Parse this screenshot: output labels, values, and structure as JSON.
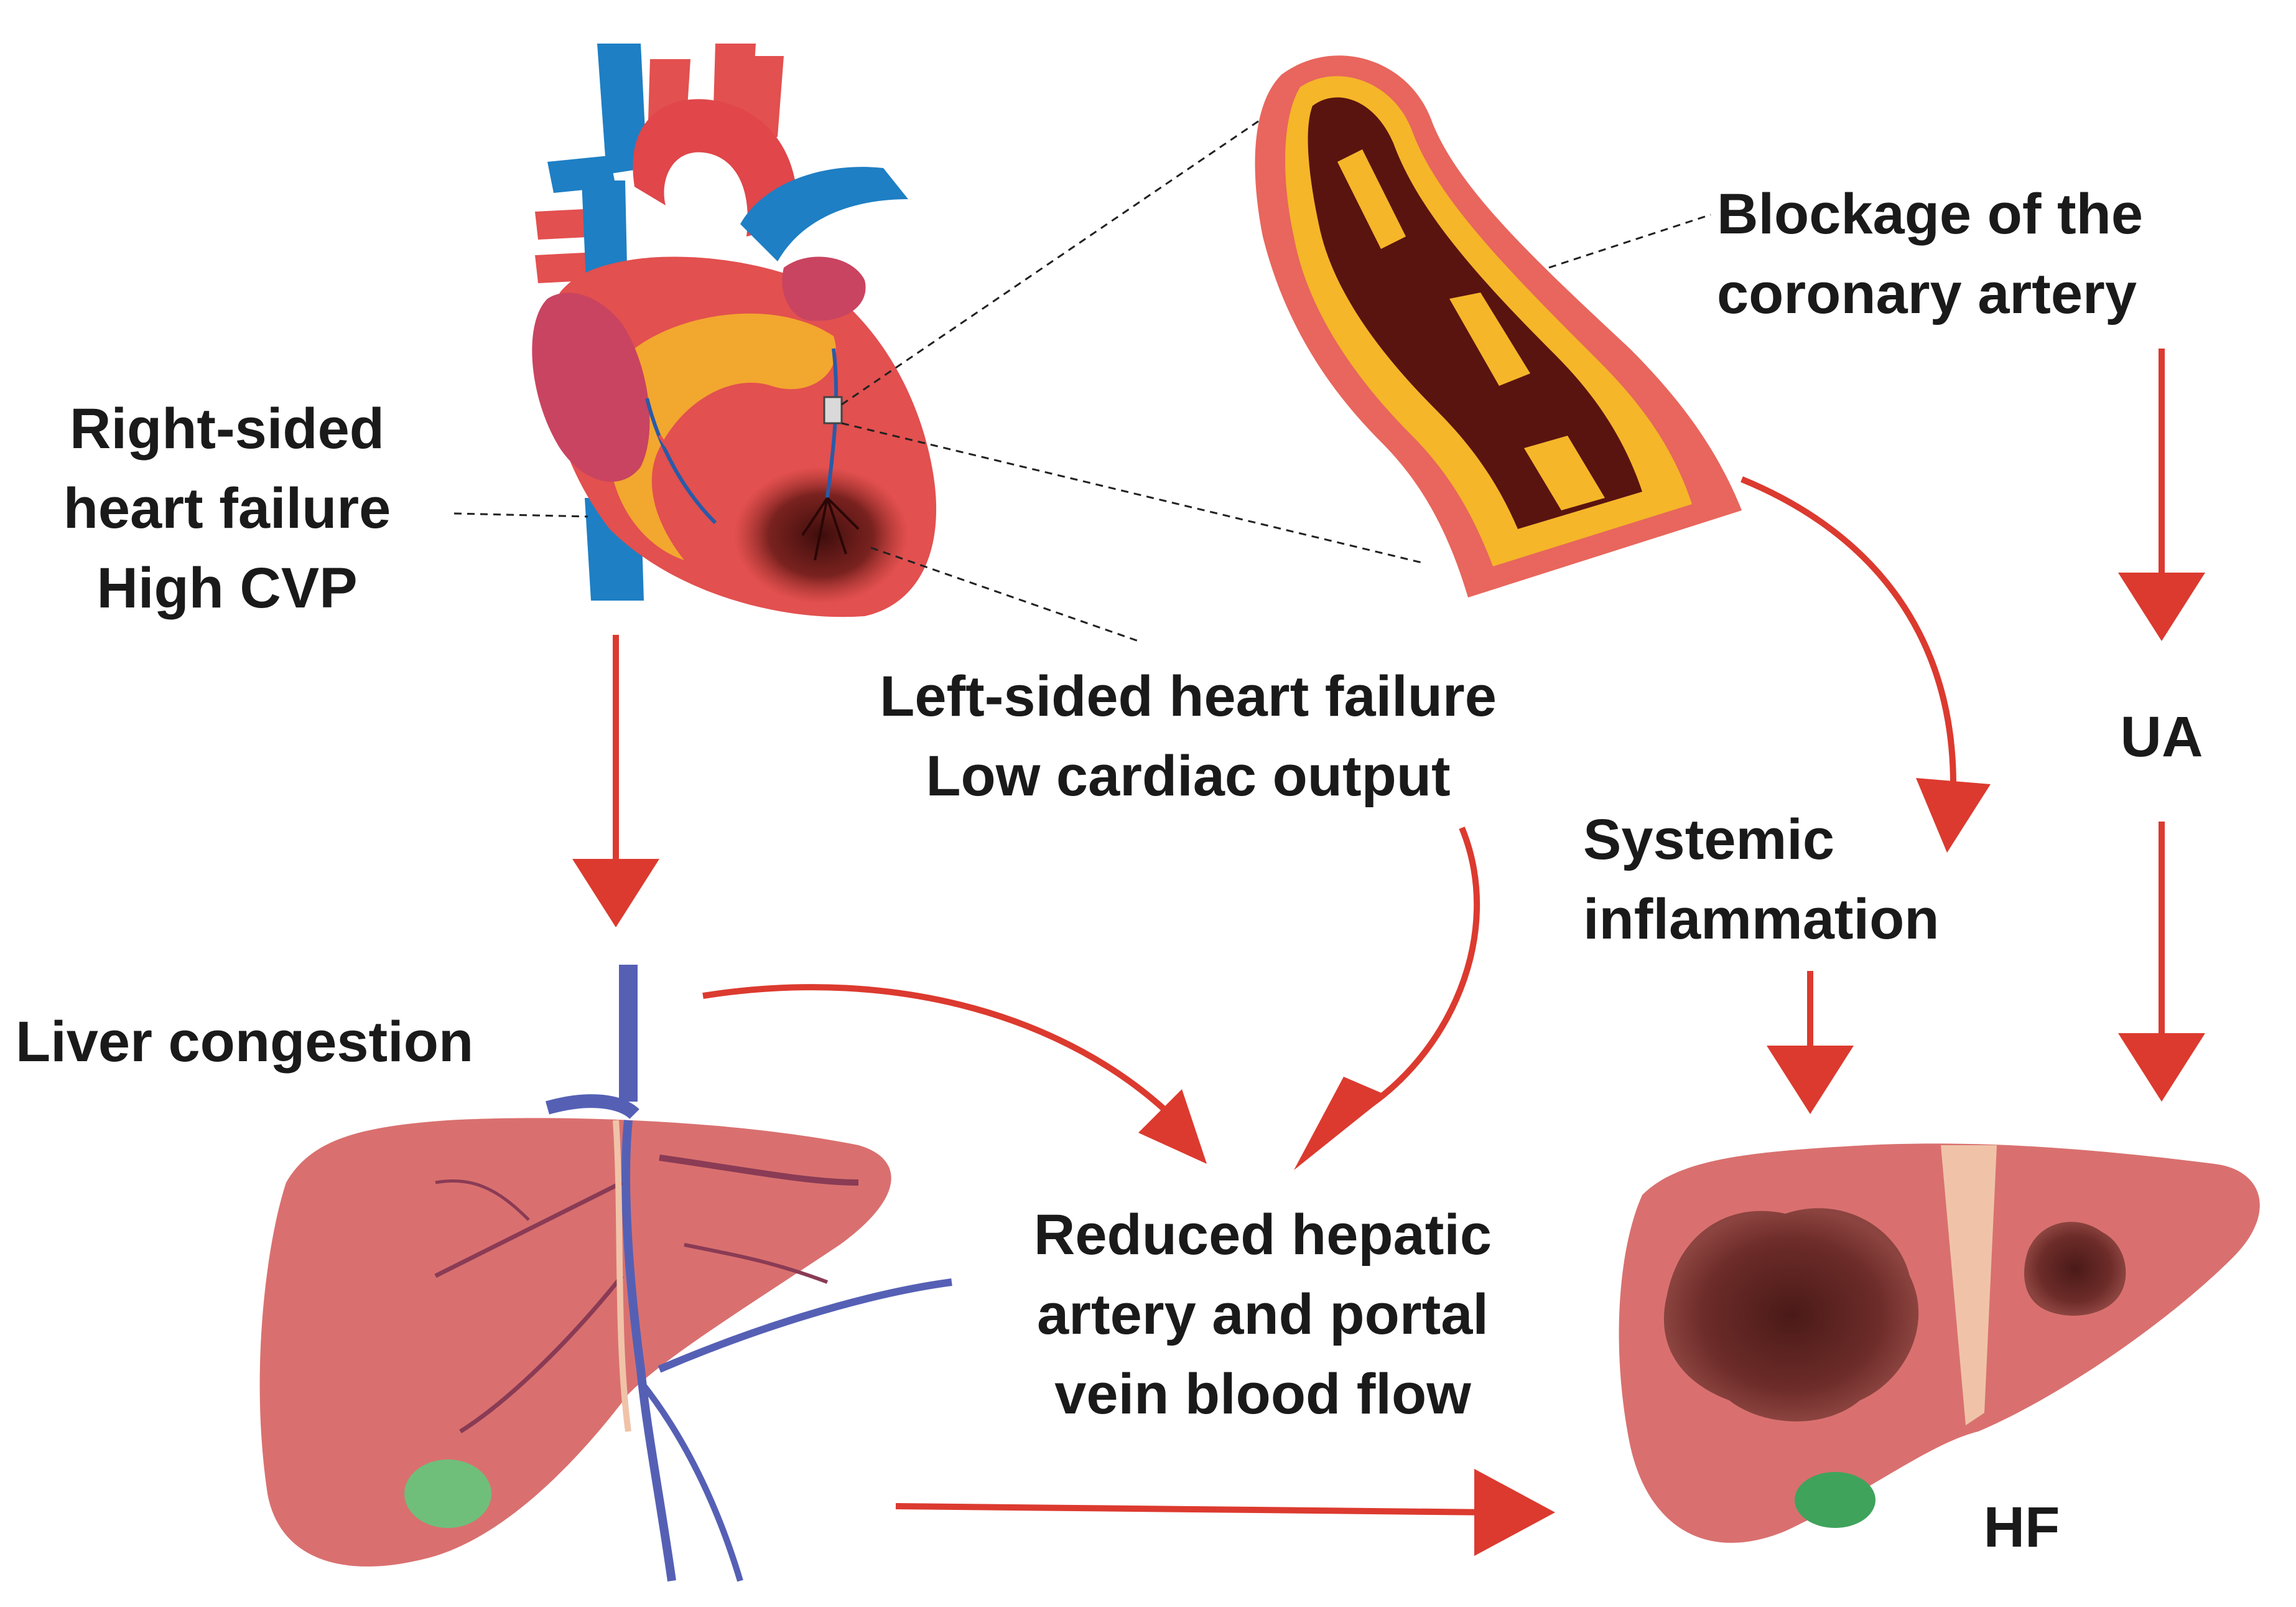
{
  "labels": {
    "right_heart": [
      "Right-sided",
      "heart failure",
      "High CVP"
    ],
    "left_heart": [
      "Left-sided heart failure",
      "Low cardiac output"
    ],
    "blockage": [
      "Blockage of the",
      "coronary artery"
    ],
    "ua": "UA",
    "systemic": [
      "Systemic",
      "inflammation"
    ],
    "liver_congestion": "Liver congestion",
    "reduced_flow": [
      "Reduced hepatic",
      "artery and portal",
      "vein blood flow"
    ],
    "hf": "HF"
  },
  "colors": {
    "arrow": "#dc3a2f",
    "heart_red": "#e2504f",
    "vessel_blue": "#1e7fc4",
    "liver": "#d9706f",
    "liver_vein": "#5560b5",
    "plaque": "#f5b629",
    "lumen": "#5a1410",
    "necrosis": "#7a2c2a"
  },
  "icons": [
    "heart-icon",
    "coronary-artery-icon",
    "congested-liver-icon",
    "damaged-liver-icon"
  ]
}
